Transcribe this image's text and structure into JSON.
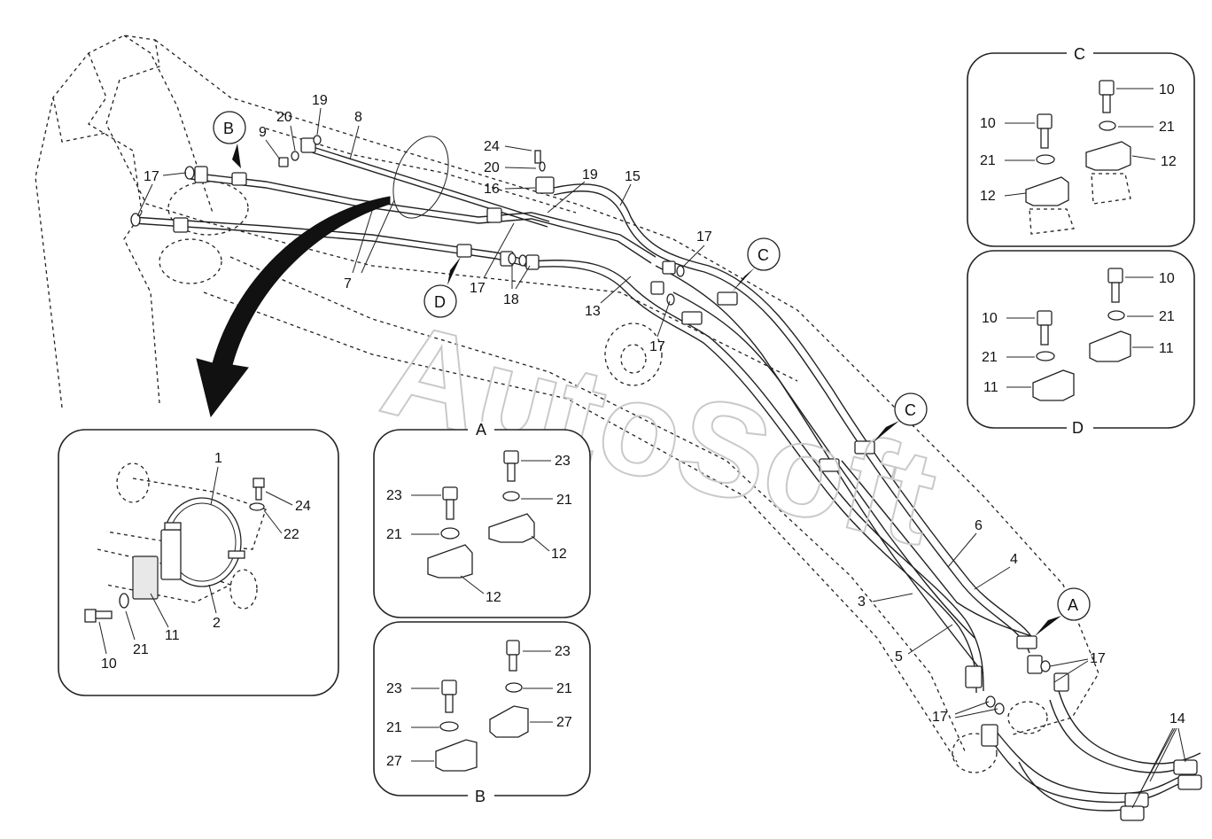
{
  "watermark": "AutoSoft",
  "callouts": {
    "A": "A",
    "B": "B",
    "C": "C",
    "D": "D"
  },
  "main_labels": {
    "l1": "1",
    "l2": "2",
    "l3": "3",
    "l4": "4",
    "l5": "5",
    "l6": "6",
    "l7": "7",
    "l8": "8",
    "l9": "9",
    "l10": "10",
    "l11": "11",
    "l13": "13",
    "l14": "14",
    "l15": "15",
    "l16": "16",
    "l17": "17",
    "l18": "18",
    "l19": "19",
    "l20": "20",
    "l21": "21",
    "l22": "22",
    "l24": "24"
  },
  "detail_A": {
    "title": "A",
    "bolt_right": "23",
    "bolt_left": "23",
    "washer_right": "21",
    "washer_left": "21",
    "clamp_right": "12",
    "clamp_left": "12"
  },
  "detail_B": {
    "title": "B",
    "bolt_right": "23",
    "bolt_left": "23",
    "washer_right": "21",
    "washer_left": "21",
    "clamp_right": "27",
    "clamp_left": "27"
  },
  "detail_C": {
    "title": "C",
    "bolt_right": "10",
    "bolt_left": "10",
    "washer_right": "21",
    "washer_left": "21",
    "clamp_right": "12",
    "clamp_left": "12"
  },
  "detail_D": {
    "title": "D",
    "bolt_right": "10",
    "bolt_left": "10",
    "washer_right": "21",
    "washer_left": "21",
    "clamp_right": "11",
    "clamp_left": "11"
  },
  "detail_clamp": {
    "band": "1",
    "band2": "2",
    "bolt_top": "24",
    "washer_top": "22",
    "block": "11",
    "washer_bot": "21",
    "bolt_bot": "10"
  }
}
